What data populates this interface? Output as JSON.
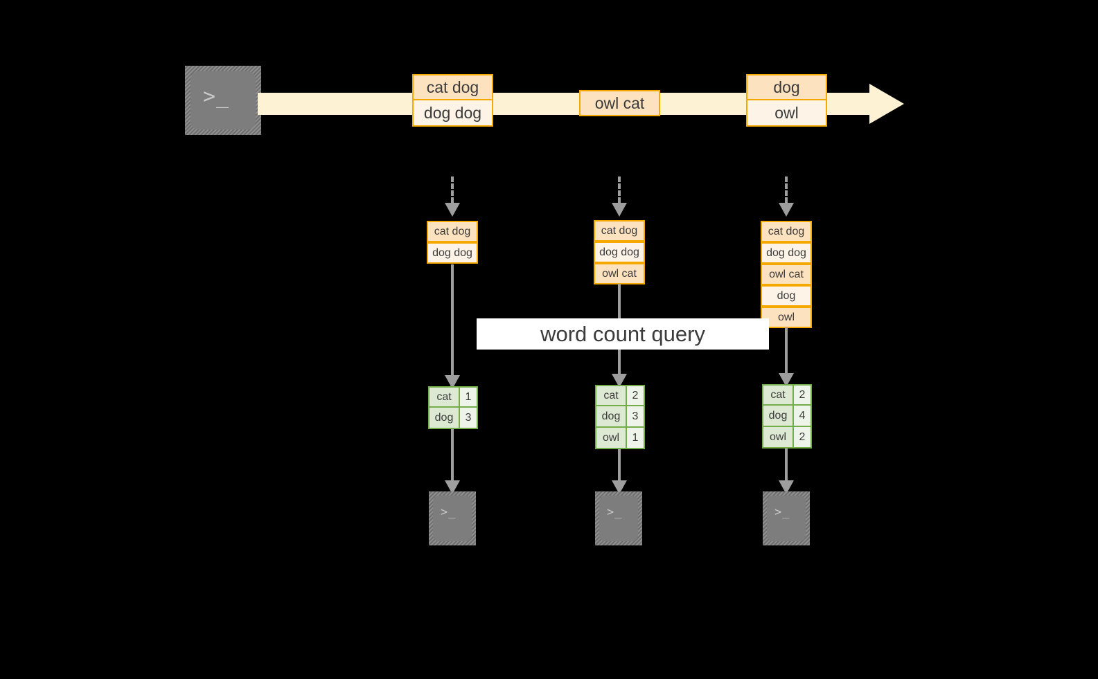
{
  "diagram": {
    "title_banner": "word count query",
    "source_icon": "terminal-icon",
    "sink_icon": "terminal-icon",
    "colors": {
      "background": "#000000",
      "stream_band": "#fdf2d4",
      "event_border": "#f5a800",
      "event_fill_dark": "#fde2c0",
      "event_fill_light": "#fdf3e7",
      "result_border": "#73ad4a",
      "result_key_fill": "#dde9d3",
      "result_value_fill": "#eff4ea",
      "arrow": "#9e9e9e",
      "icon_fill": "#7d7d7d",
      "banner_fill": "#ffffff",
      "text": "#3b3b3b"
    },
    "prompt_glyph": ">_",
    "stream": {
      "events": [
        {
          "lines": [
            "cat dog",
            "dog dog"
          ]
        },
        {
          "lines": [
            "owl cat"
          ]
        },
        {
          "lines": [
            "dog",
            "owl"
          ]
        }
      ]
    },
    "columns": [
      {
        "input_table": [
          "cat dog",
          "dog dog"
        ],
        "result_table": {
          "rows": [
            {
              "word": "cat",
              "count": "1"
            },
            {
              "word": "dog",
              "count": "3"
            }
          ]
        }
      },
      {
        "input_table": [
          "cat dog",
          "dog dog",
          "owl cat"
        ],
        "result_table": {
          "rows": [
            {
              "word": "cat",
              "count": "2"
            },
            {
              "word": "dog",
              "count": "3"
            },
            {
              "word": "owl",
              "count": "1"
            }
          ]
        }
      },
      {
        "input_table": [
          "cat dog",
          "dog dog",
          "owl cat",
          "dog",
          "owl"
        ],
        "result_table": {
          "rows": [
            {
              "word": "cat",
              "count": "2"
            },
            {
              "word": "dog",
              "count": "4"
            },
            {
              "word": "owl",
              "count": "2"
            }
          ]
        }
      }
    ]
  }
}
